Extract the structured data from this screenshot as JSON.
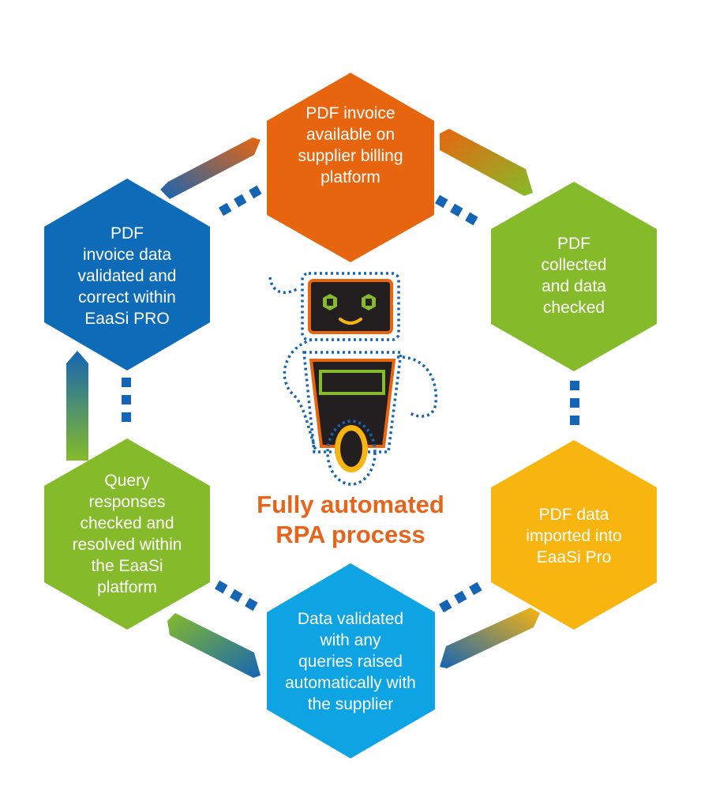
{
  "colors": {
    "orange": "#e8650f",
    "green": "#85bb2a",
    "yellow": "#f8b40f",
    "light_blue": "#0ea3e2",
    "dark_blue": "#0e6bb8",
    "connector_blue": "#1565b4",
    "title_orange": "#e8641b"
  },
  "title": [
    "Fully automated",
    "RPA process"
  ],
  "steps": [
    {
      "id": "top",
      "color": "orange",
      "lines": [
        "PDF invoice",
        "available on",
        "supplier billing",
        "platform"
      ]
    },
    {
      "id": "upper-right",
      "color": "green",
      "lines": [
        "PDF",
        "collected",
        "and data",
        "checked"
      ]
    },
    {
      "id": "lower-right",
      "color": "yellow",
      "lines": [
        "PDF data",
        "imported into",
        "EaaSi Pro"
      ]
    },
    {
      "id": "bottom",
      "color": "light_blue",
      "lines": [
        "Data validated",
        "with any",
        "queries raised",
        "automatically with",
        "the supplier"
      ]
    },
    {
      "id": "lower-left",
      "color": "green",
      "lines": [
        "Query",
        "responses",
        "checked and",
        "resolved within",
        "the EaaSi",
        "platform"
      ]
    },
    {
      "id": "upper-left",
      "color": "dark_blue",
      "lines": [
        "PDF",
        "invoice data",
        "validated and",
        "correct within",
        "EaaSi PRO"
      ]
    }
  ],
  "robot": {
    "icon": "robot-icon"
  }
}
